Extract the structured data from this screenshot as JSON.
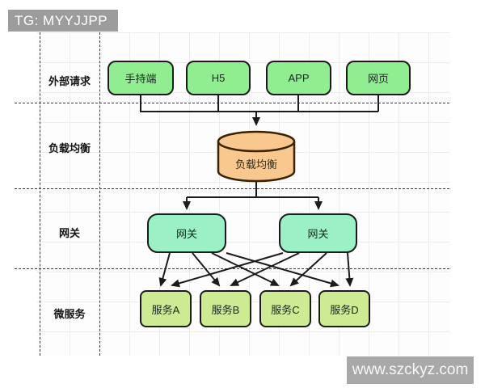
{
  "watermarks": {
    "top_left": "TG: MYYJJPP",
    "bottom_right": "www.szckyz.com"
  },
  "diagram": {
    "rows": [
      {
        "label": "外部请求",
        "nodes": [
          "手持端",
          "H5",
          "APP",
          "网页"
        ]
      },
      {
        "label": "负载均衡",
        "nodes": [
          "负载均衡"
        ]
      },
      {
        "label": "网关",
        "nodes": [
          "网关",
          "网关"
        ]
      },
      {
        "label": "微服务",
        "nodes": [
          "服务A",
          "服务B",
          "服务C",
          "服务D"
        ]
      }
    ],
    "colors": {
      "client_node": "#90ee90",
      "load_balancer_cylinder": "#f8c88f",
      "gateway_node": "#9cf0c5",
      "service_node": "#cdeb92",
      "connector": "#1b1b1b"
    }
  }
}
